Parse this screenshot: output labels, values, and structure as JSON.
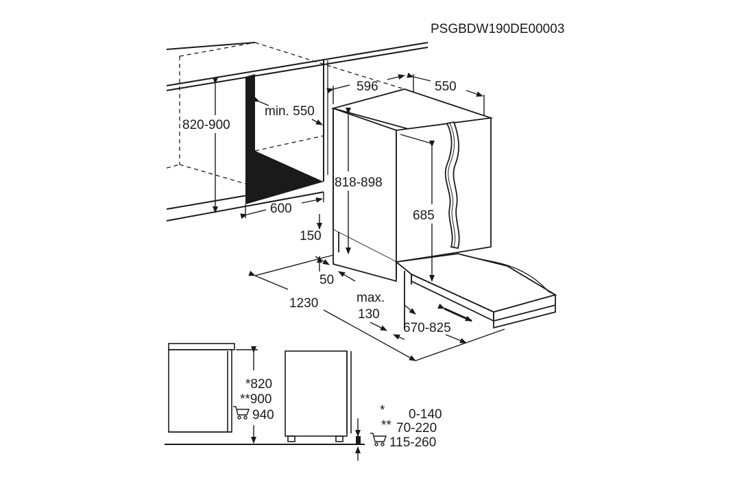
{
  "drawing": {
    "code": "PSGBDW190DE00003",
    "line_color": "#1a1a1a",
    "fill_color": "#1a1a1a",
    "background": "#ffffff"
  },
  "dimensions": {
    "niche_height": "820-900",
    "min_depth": "min. 550",
    "niche_width": "600",
    "appliance_width": "596",
    "appliance_depth": "550",
    "appliance_height": "818-898",
    "door_height": "685",
    "plinth_height": "150",
    "plinth_setback": "50",
    "door_swing": "1230",
    "max_label": "max.",
    "max_value": "130",
    "door_range": "670-825"
  },
  "side_view": {
    "height_1": "*820",
    "height_2": "**900",
    "height_3": "940",
    "legend": [
      {
        "mark": "*",
        "value": "0-140"
      },
      {
        "mark": "**",
        "value": "70-220"
      },
      {
        "mark": "cart",
        "value": "115-260"
      }
    ]
  }
}
